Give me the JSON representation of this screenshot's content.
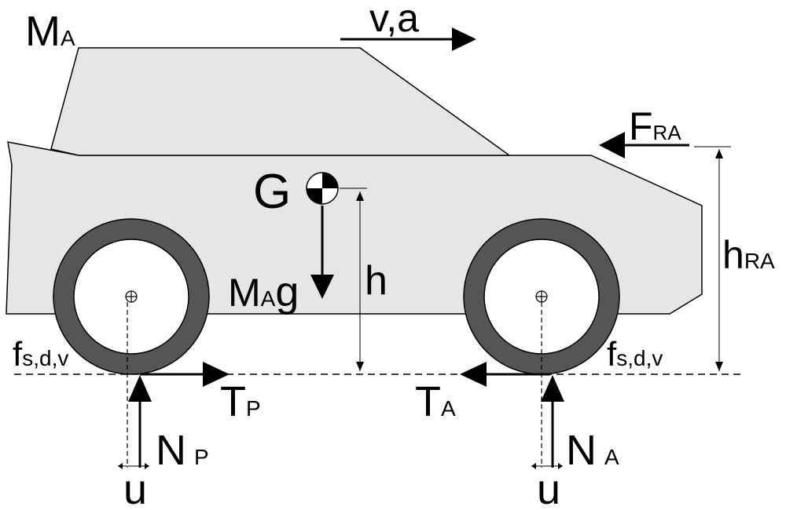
{
  "labels": {
    "vehicle_mass": {
      "main": "M",
      "sub": "A"
    },
    "velocity_accel": "v,a",
    "aero_force": {
      "main": "F",
      "sub": "RA"
    },
    "cg": "G",
    "weight": {
      "main": "M",
      "sub": "A",
      "tail": "g"
    },
    "cg_height": "h",
    "aero_height": {
      "main": "h",
      "sub": "RA"
    },
    "rolling_resistance_left": {
      "main": "f",
      "sub": "s,d,v"
    },
    "rolling_resistance_right": {
      "main": "f",
      "sub": "s,d,v"
    },
    "traction_rear": {
      "main": "T",
      "sub": "P"
    },
    "traction_front": {
      "main": "T",
      "sub": "A"
    },
    "normal_rear": {
      "main": "N",
      "sub": "P"
    },
    "normal_front": {
      "main": "N",
      "sub": "A"
    },
    "offset_rear": "u",
    "offset_front": "u"
  },
  "colors": {
    "body_fill": "#e6e6e6",
    "tire": "#555555",
    "rim": "#ffffff",
    "stroke": "#000000"
  }
}
